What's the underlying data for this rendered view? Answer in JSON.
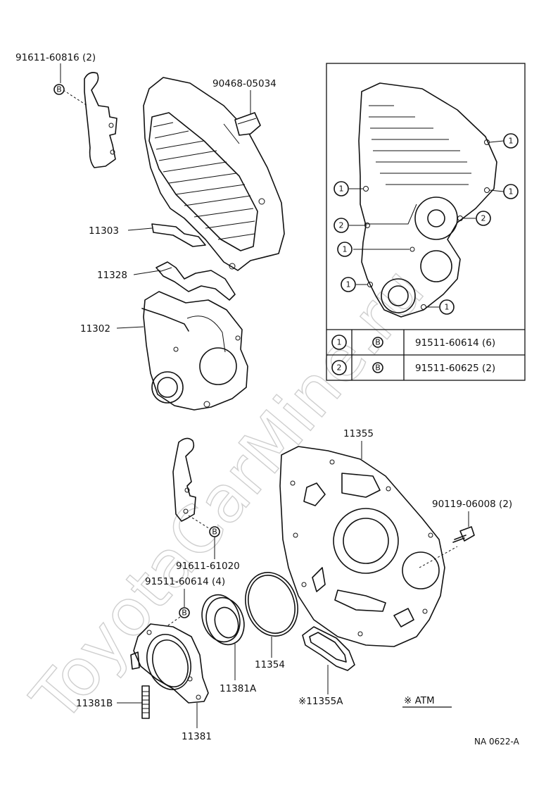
{
  "watermark": "ToyotaCarMine.ru",
  "drawing_code": "NA 0622-A",
  "atm_note": "※ ATM",
  "badge_letter": "B",
  "labels": {
    "p91611_60816": "91611-60816 (2)",
    "p90468_05034": "90468-05034",
    "p11303": "11303",
    "p11328": "11328",
    "p11302": "11302",
    "p11355": "11355",
    "p90119_06008": "90119-06008 (2)",
    "p91611_61020": "91611-61020",
    "p91511_60614_4": "91511-60614 (4)",
    "p11354": "11354",
    "p11381A": "11381A",
    "p11381B": "11381B",
    "p11381": "11381",
    "p11355A": "※11355A"
  },
  "inset": {
    "callouts": [
      "1",
      "1",
      "1",
      "2",
      "2",
      "1",
      "1",
      "1"
    ],
    "legend": [
      {
        "index": "1",
        "badge": "B",
        "part": "91511-60614 (6)"
      },
      {
        "index": "2",
        "badge": "B",
        "part": "91511-60625 (2)"
      }
    ]
  }
}
